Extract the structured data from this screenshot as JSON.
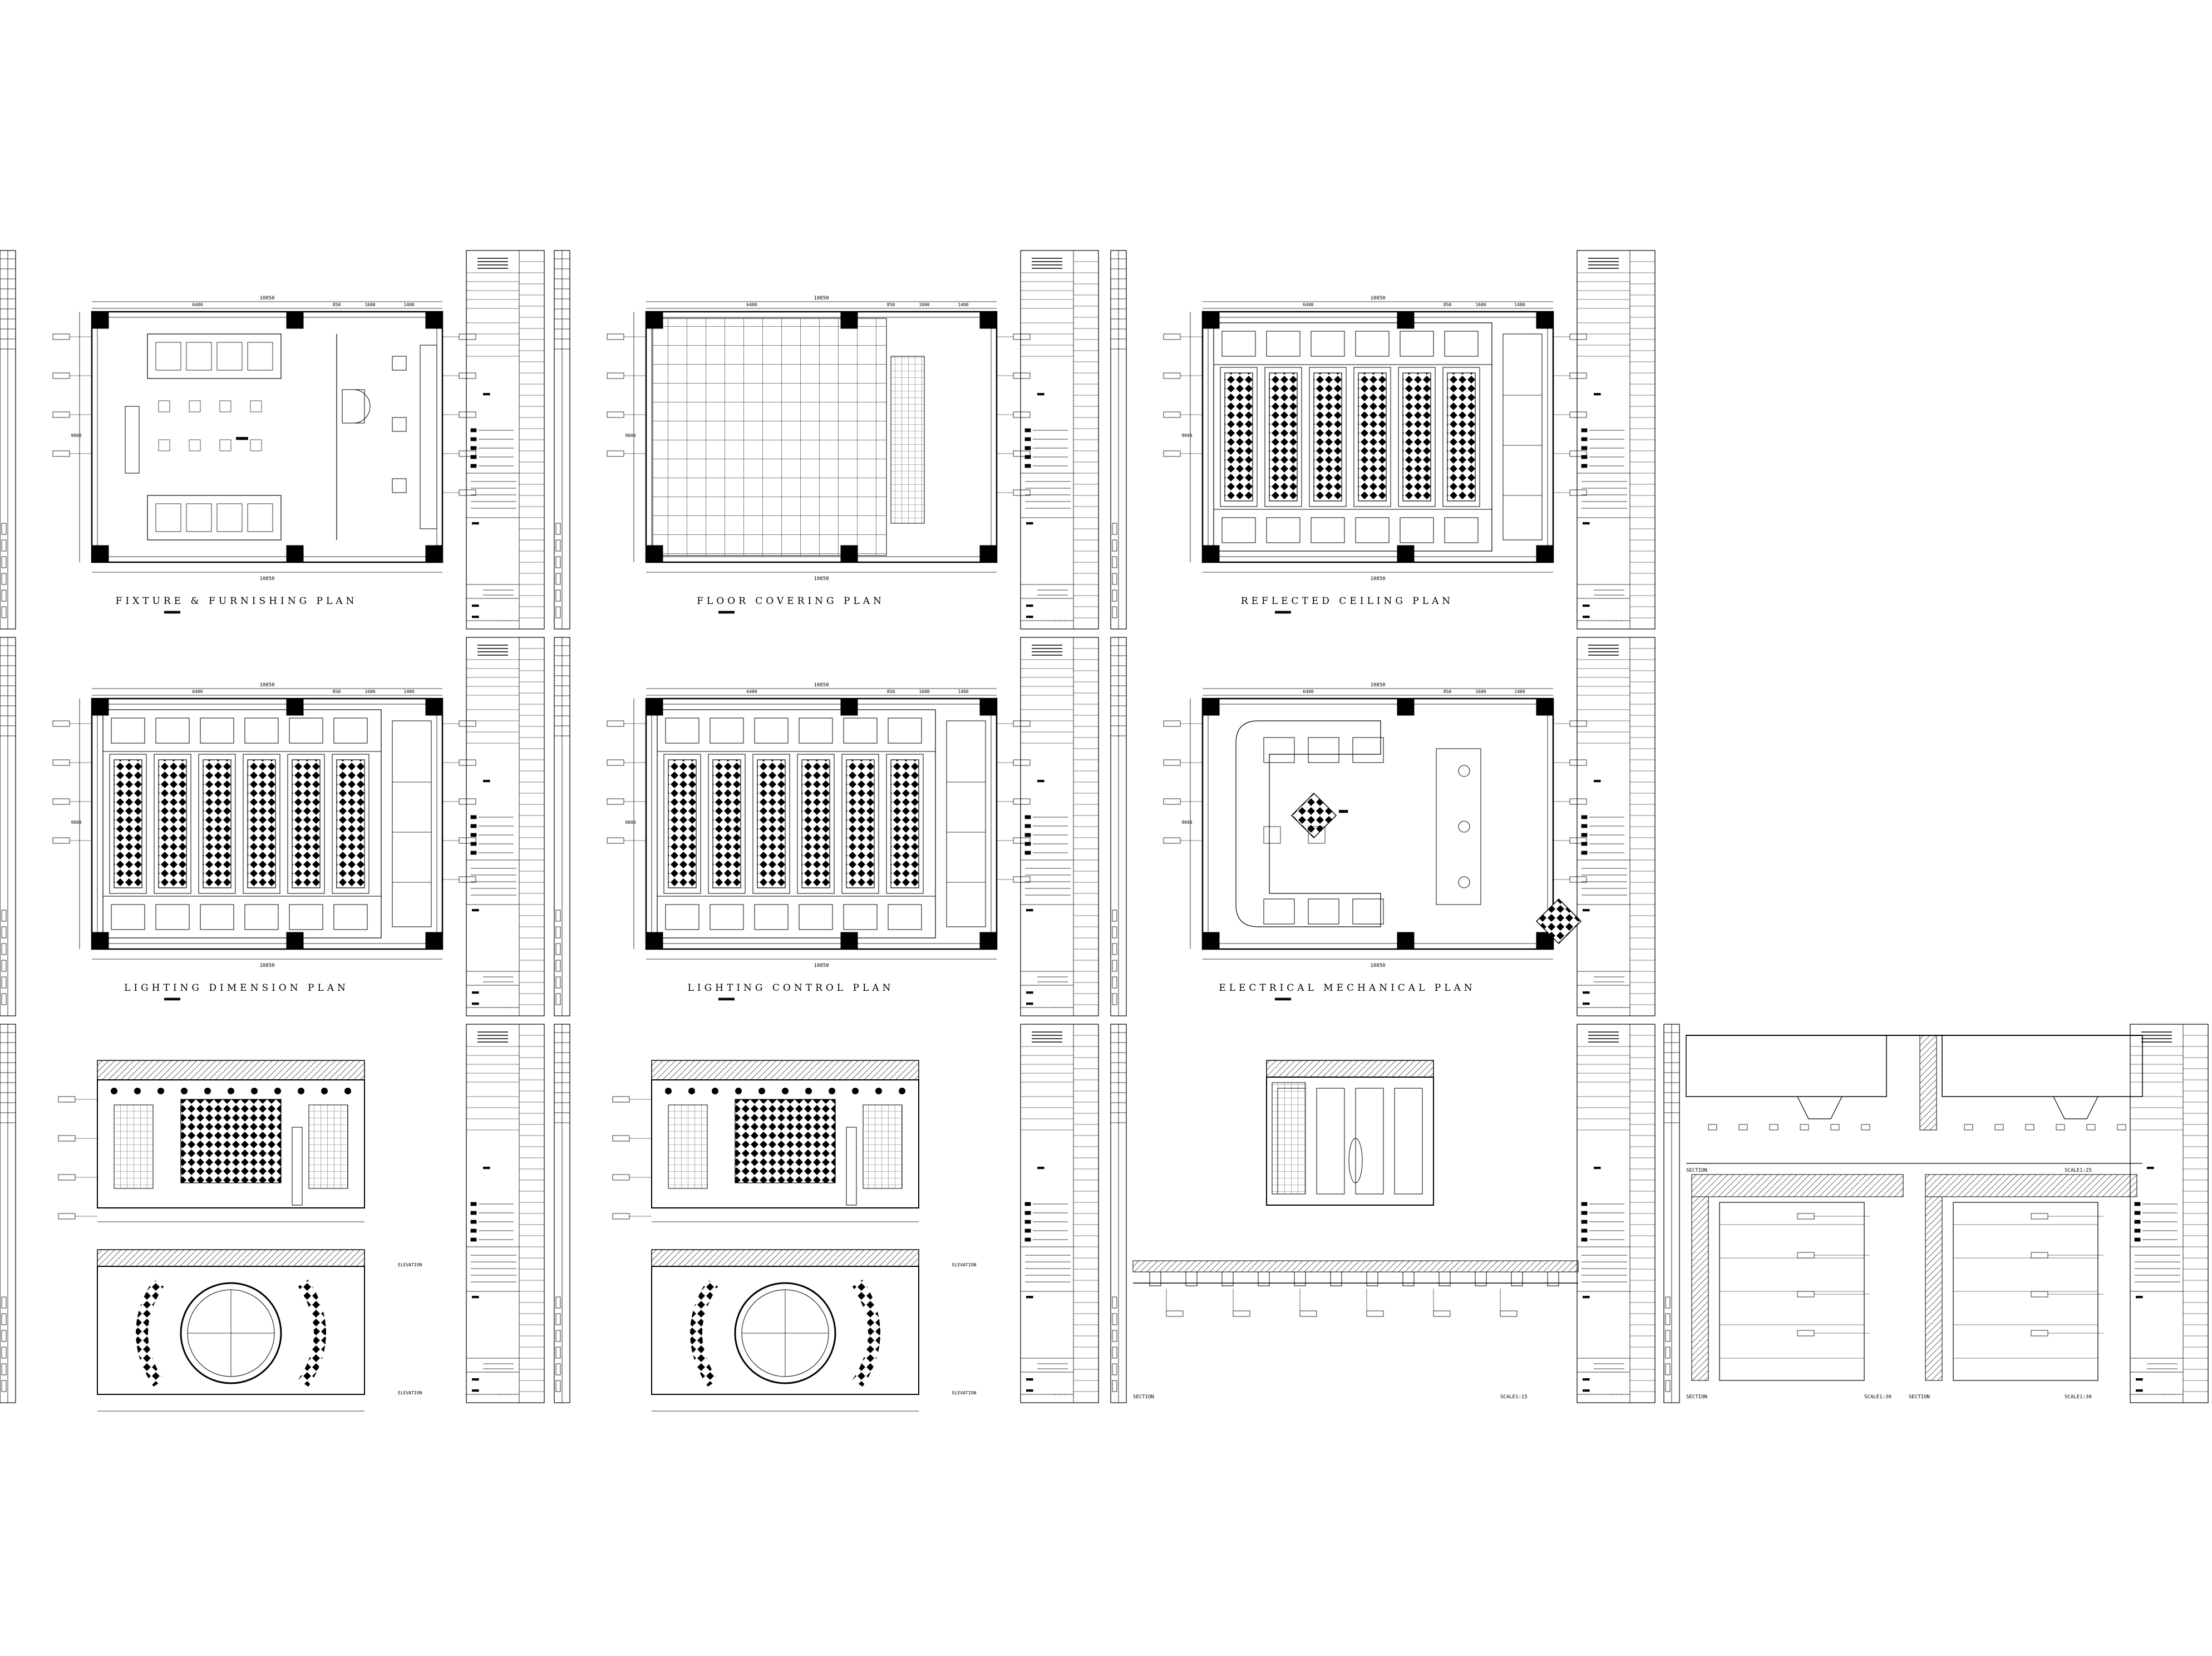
{
  "sheets": [
    {
      "title": "FIXTURE & FURNISHING   PLAN",
      "kind": "furniture"
    },
    {
      "title": "FLOOR   COVERING   PLAN",
      "kind": "floor"
    },
    {
      "title": "REFLECTED   CEILING   PLAN",
      "kind": "ceiling"
    },
    {
      "title": "LIGHTING   DIMENSION   PLAN",
      "kind": "ceiling"
    },
    {
      "title": "LIGHTING   CONTROL   PLAN",
      "kind": "ceiling"
    },
    {
      "title": "ELECTRICAL MECHANICAL   PLAN",
      "kind": "electrical"
    },
    {
      "title": "",
      "kind": "elevation"
    },
    {
      "title": "",
      "kind": "elevation"
    },
    {
      "title": "",
      "kind": "section"
    },
    {
      "title": "",
      "kind": "section-detail"
    }
  ],
  "dims": {
    "overall": "10850",
    "left": "6400",
    "right_parts": [
      "850",
      "1600",
      "1400"
    ],
    "height": "9000"
  },
  "elevation_tag": "ELEVATION",
  "section_tag": "SECTION",
  "section_scales": [
    "SCALE1:15",
    "SCALE1:25",
    "SCALE1:30"
  ]
}
